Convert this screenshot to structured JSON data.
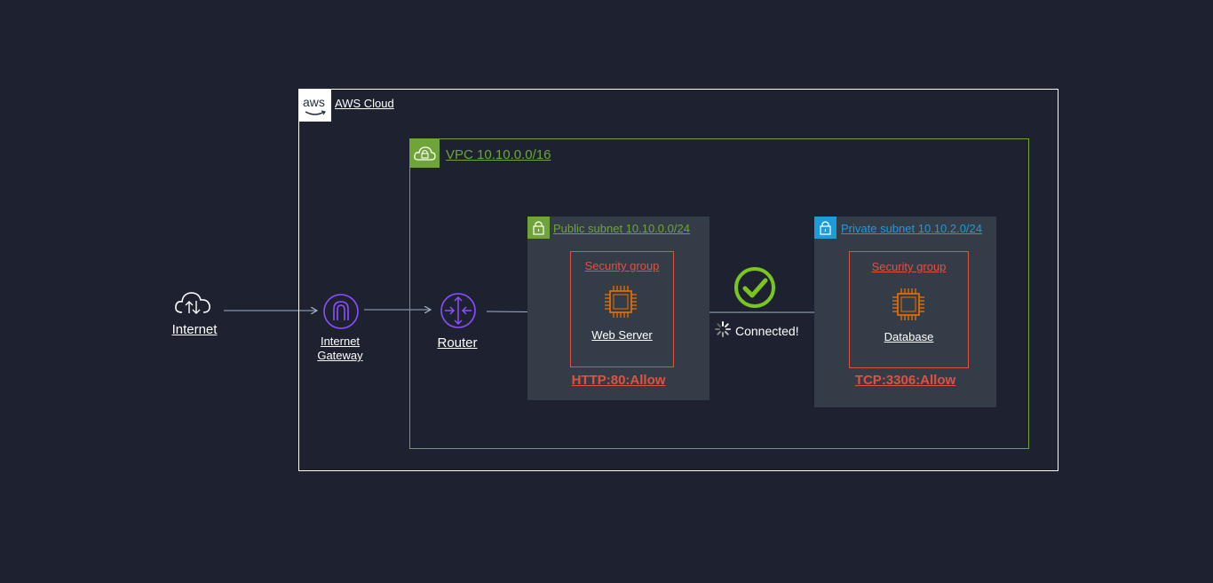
{
  "aws": {
    "label": "AWS Cloud",
    "logo_text": "aws"
  },
  "vpc": {
    "label": "VPC 10.10.0.0/16"
  },
  "public_subnet": {
    "label": "Public subnet 10.10.0.0/24"
  },
  "private_subnet": {
    "label": "Private subnet 10.10.2.0/24"
  },
  "web": {
    "sg_label": "Security group",
    "name": "Web Server",
    "rule": "HTTP:80:Allow"
  },
  "db": {
    "sg_label": "Security group",
    "name": "Database",
    "rule": "TCP:3306:Allow"
  },
  "internet": {
    "label": "Internet"
  },
  "igw": {
    "label_line1": "Internet",
    "label_line2": "Gateway"
  },
  "router": {
    "label": "Router"
  },
  "status": {
    "text": "Connected!"
  },
  "colors": {
    "background": "#1e2230",
    "vpc": "#6ea43a",
    "private": "#1e9cd7",
    "security": "#e2513f",
    "router": "#8c4fff",
    "compute": "#ed7100",
    "check": "#7ac61e"
  },
  "icons": [
    "cloud-upload-icon",
    "internet-gateway-icon",
    "router-icon",
    "ec2-chip-icon",
    "lock-icon",
    "check-circle-icon",
    "spinner-icon"
  ]
}
